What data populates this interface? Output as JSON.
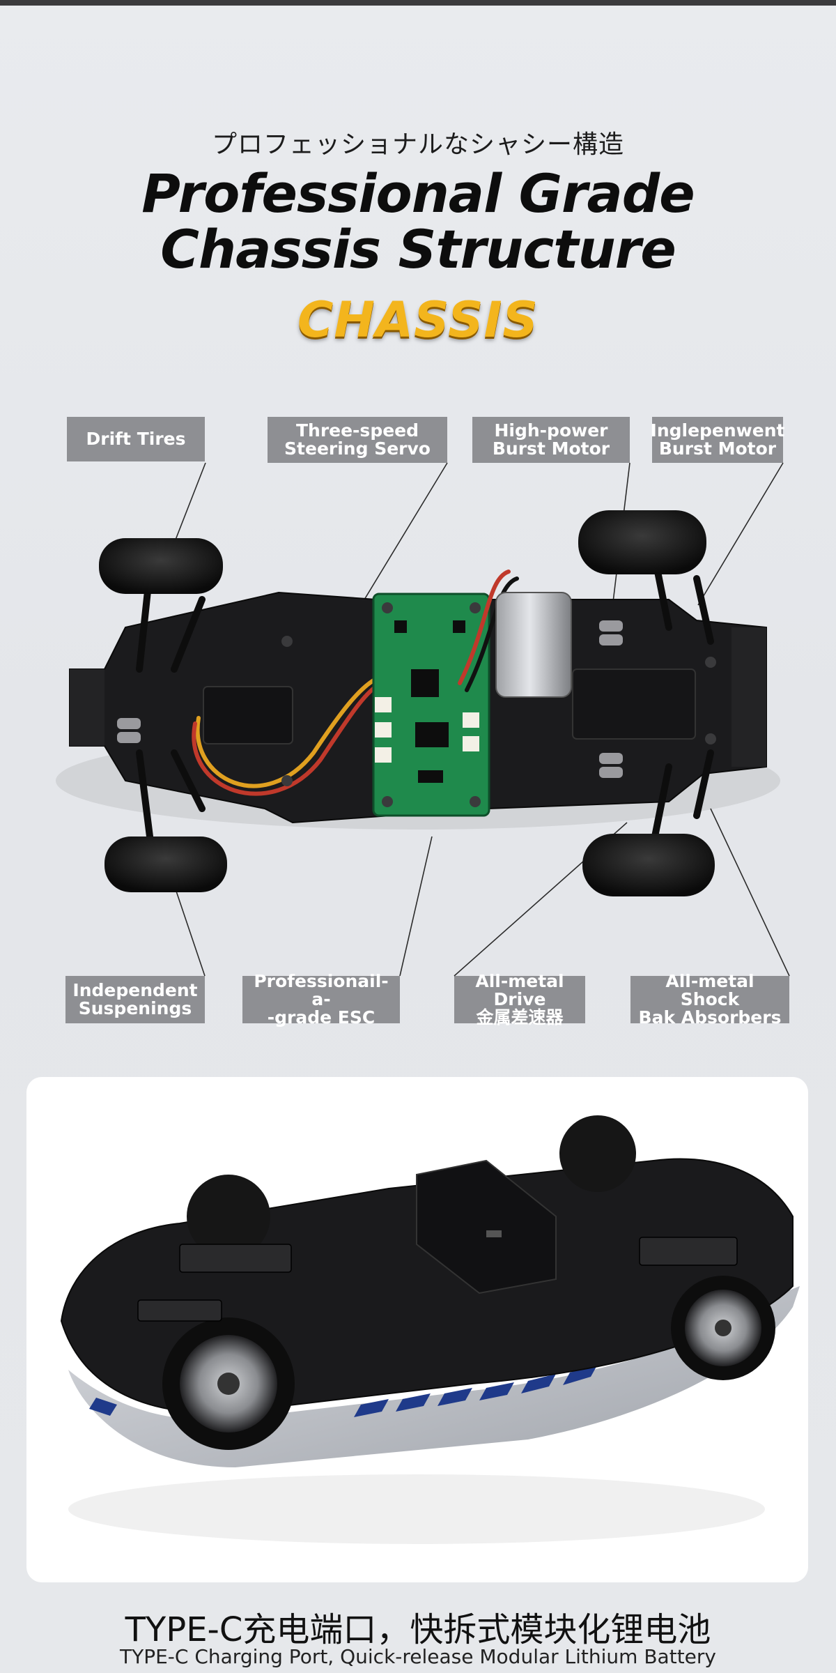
{
  "header": {
    "jp_title": "プロフェッショナルなシャシー構造",
    "title_line1": "Professional Grade",
    "title_line2": "Chassis Structure",
    "badge": "CHASSIS"
  },
  "labels": {
    "drift_tires": "Drift Tires",
    "steering_servo": "Three-speed\nSteering Servo",
    "burst_motor": "High-power\nBurst Motor",
    "independent_burst": "Inglepenwent\nBurst Motor",
    "suspension": "Independent\nSuspenings",
    "esc": "Professionail-a-\n-grade ESC",
    "drive": "All-metal Drive\n金属差速器",
    "shock": "All-metal Shock\nBak Absorbers"
  },
  "caption": {
    "cn": "TYPE-C充电端口，快拆式模块化锂电池",
    "en": "TYPE-C Charging Port, Quick-release Modular Lithium Battery"
  },
  "colors": {
    "label_bg": "#8e8f93",
    "badge_gold": "#f3b51d",
    "pcb_green": "#1f8a4c",
    "livery_blue": "#1f3a8a"
  }
}
